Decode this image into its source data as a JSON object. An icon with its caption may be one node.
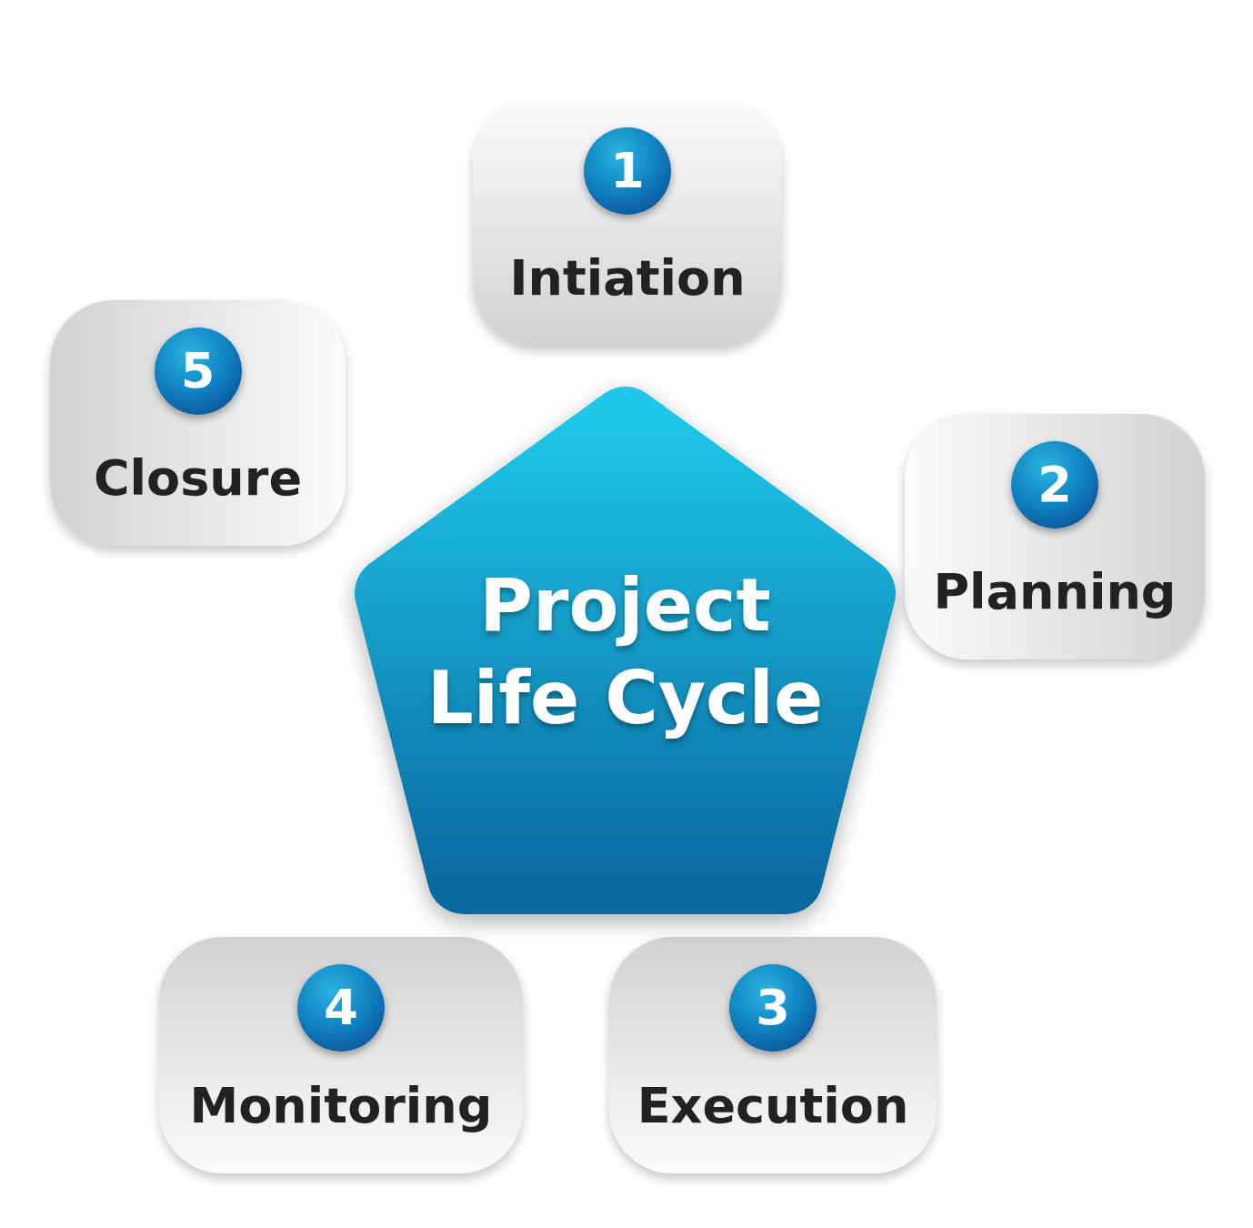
{
  "diagram": {
    "nodes": [
      {
        "text": [
          "Project Life Cycle"
        ]
      },
      {
        "text": [
          "Intiation"
        ]
      },
      {
        "text": [
          "1"
        ],
        "in": 1
      },
      {
        "text": [
          "Planning"
        ]
      },
      {
        "text": [
          "2"
        ],
        "in": 3
      },
      {
        "text": [
          "Execution"
        ]
      },
      {
        "text": [
          "3"
        ],
        "in": 5
      },
      {
        "text": [
          "Monitoring"
        ]
      },
      {
        "text": [
          "4"
        ],
        "in": 7
      },
      {
        "text": [
          "Closure"
        ]
      },
      {
        "text": [
          "5"
        ],
        "in": 9
      }
    ]
  }
}
